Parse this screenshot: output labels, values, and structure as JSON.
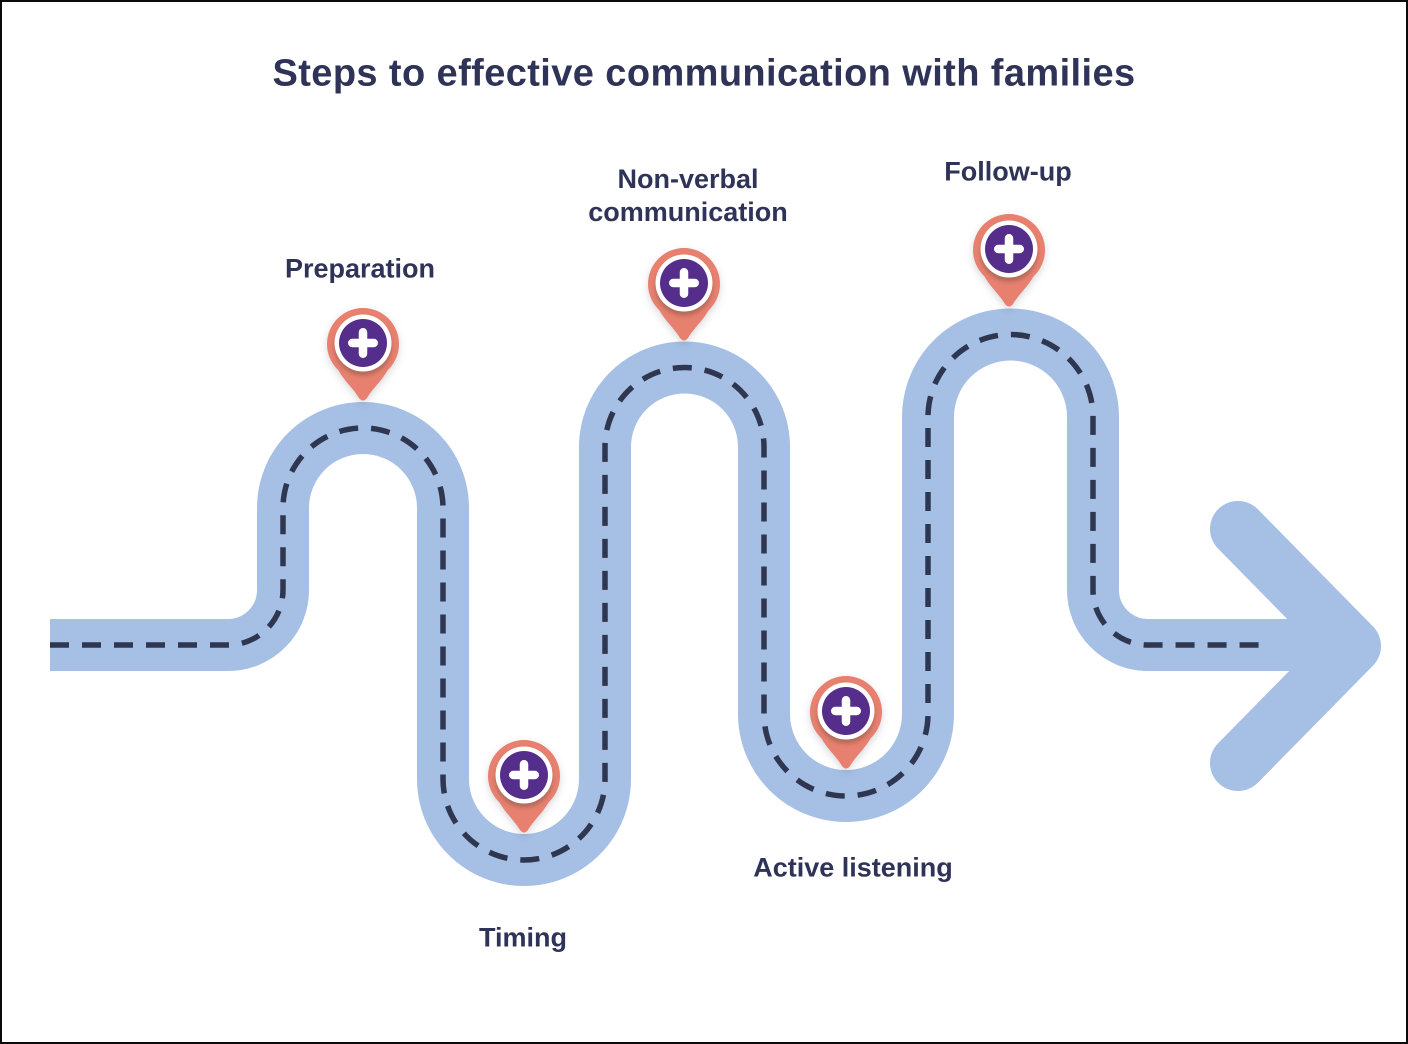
{
  "title": "Steps to effective communication with families",
  "steps": [
    {
      "label": "Preparation"
    },
    {
      "label": "Timing"
    },
    {
      "label": "Non-verbal communication"
    },
    {
      "label": "Active listening"
    },
    {
      "label": "Follow-up"
    }
  ],
  "pin_icon": "plus-icon",
  "colors": {
    "background": "#FFFFFF",
    "border": "#0A0A0A",
    "road": "#A6BFE5",
    "dash": "#2E3650",
    "text": "#2F3358",
    "coral": "#E8806F",
    "purple": "#552E8C",
    "plus": "#FFFFFF"
  }
}
